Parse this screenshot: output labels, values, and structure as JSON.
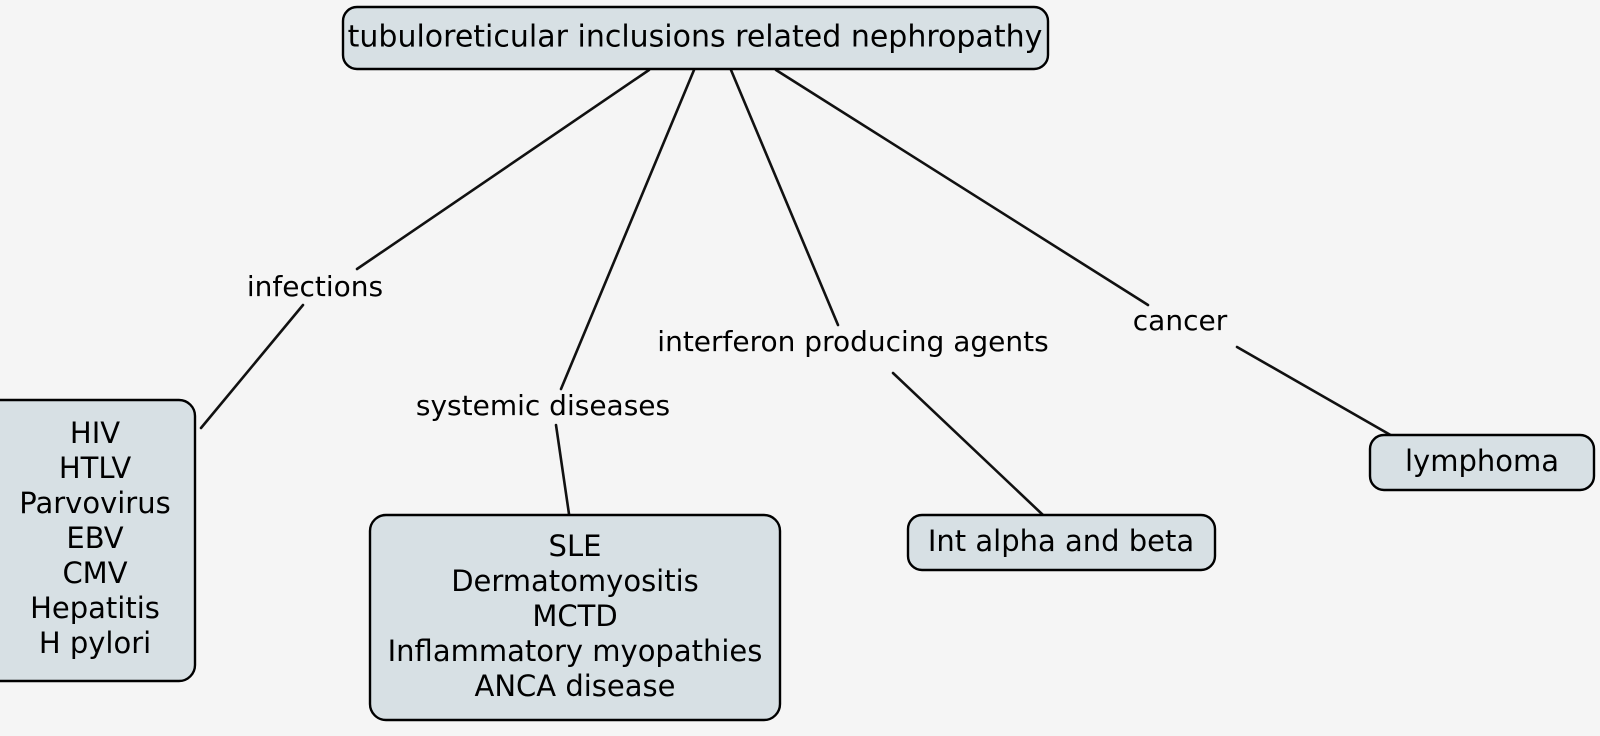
{
  "diagram": {
    "title": "tubuloreticular inclusions related nephropathy",
    "type": "concept-map",
    "background_color": "#f5f5f5",
    "node_fill_color": "#d7e0e4",
    "node_border_color": "#000000",
    "text_color": "#000000",
    "root": {
      "label": "tubuloreticular inclusions related nephropathy"
    },
    "edges": [
      {
        "label": "infections"
      },
      {
        "label": "systemic diseases"
      },
      {
        "label": "interferon producing agents"
      },
      {
        "label": "cancer"
      }
    ],
    "nodes": {
      "infections": {
        "lines": [
          "HIV",
          "HTLV",
          "Parvovirus",
          "EBV",
          "CMV",
          "Hepatitis",
          "H pylori"
        ]
      },
      "systemic_diseases": {
        "lines": [
          "SLE",
          "Dermatomyositis",
          "MCTD",
          "Inflammatory myopathies",
          "ANCA disease"
        ]
      },
      "interferon_producing_agents": {
        "lines": [
          "Int alpha and beta"
        ]
      },
      "cancer": {
        "lines": [
          "lymphoma"
        ]
      }
    }
  }
}
